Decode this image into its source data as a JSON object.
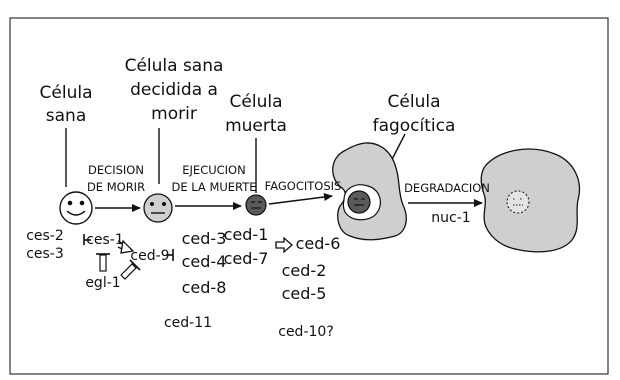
{
  "stages": [
    {
      "title": [
        "Célula",
        "sana"
      ]
    },
    {
      "title": [
        "Célula sana",
        "decidida a",
        "morir"
      ]
    },
    {
      "title": [
        "Célula",
        "muerta"
      ]
    },
    {
      "title": [
        "Célula",
        "fagocítica"
      ]
    }
  ],
  "processes": {
    "decision": [
      "DECISION",
      "DE MORIR"
    ],
    "ejecucion": [
      "EJECUCION",
      "DE LA MUERTE"
    ],
    "fagocitosis": "FAGOCITOSIS",
    "degradacion": "DEGRADACION"
  },
  "genes": {
    "ces2": "ces-2",
    "ces3": "ces-3",
    "ces1": "ces-1",
    "egl1": "egl-1",
    "ced9": "ced-9",
    "ced3": "ced-3",
    "ced4": "ced-4",
    "ced8": "ced-8",
    "ced11": "ced-11",
    "ced1": "ced-1",
    "ced7": "ced-7",
    "ced6": "ced-6",
    "ced2": "ced-2",
    "ced5": "ced-5",
    "ced10": "ced-10?",
    "nuc1": "nuc-1"
  },
  "colors": {
    "cell_gray": "#d0d0d0",
    "dead_cell": "#5a5a5a",
    "phagocyte": "#cfcfcf"
  }
}
